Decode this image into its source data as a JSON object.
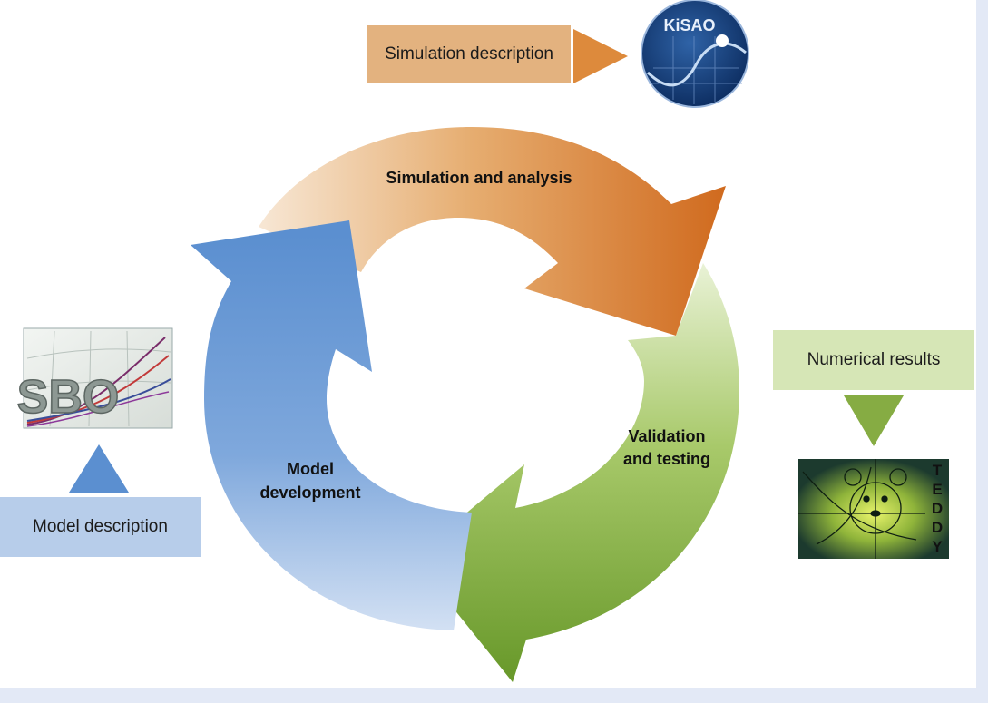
{
  "cycle": {
    "simulation_label": "Simulation and analysis",
    "validation_label_line1": "Validation",
    "validation_label_line2": "and testing",
    "model_label_line1": "Model",
    "model_label_line2": "development"
  },
  "boxes": {
    "simulation_description": "Simulation description",
    "numerical_results": "Numerical results",
    "model_description": "Model description"
  },
  "logos": {
    "kisao": "KiSAO",
    "sbo": "SBO",
    "teddy": [
      "T",
      "E",
      "D",
      "D",
      "Y"
    ]
  },
  "colors": {
    "orange": "#d9782e",
    "green": "#7fa63a",
    "blue": "#5b8fd0",
    "tan_box": "#e3b27f",
    "green_box": "#d6e6b6",
    "blue_box": "#b7cdea"
  }
}
